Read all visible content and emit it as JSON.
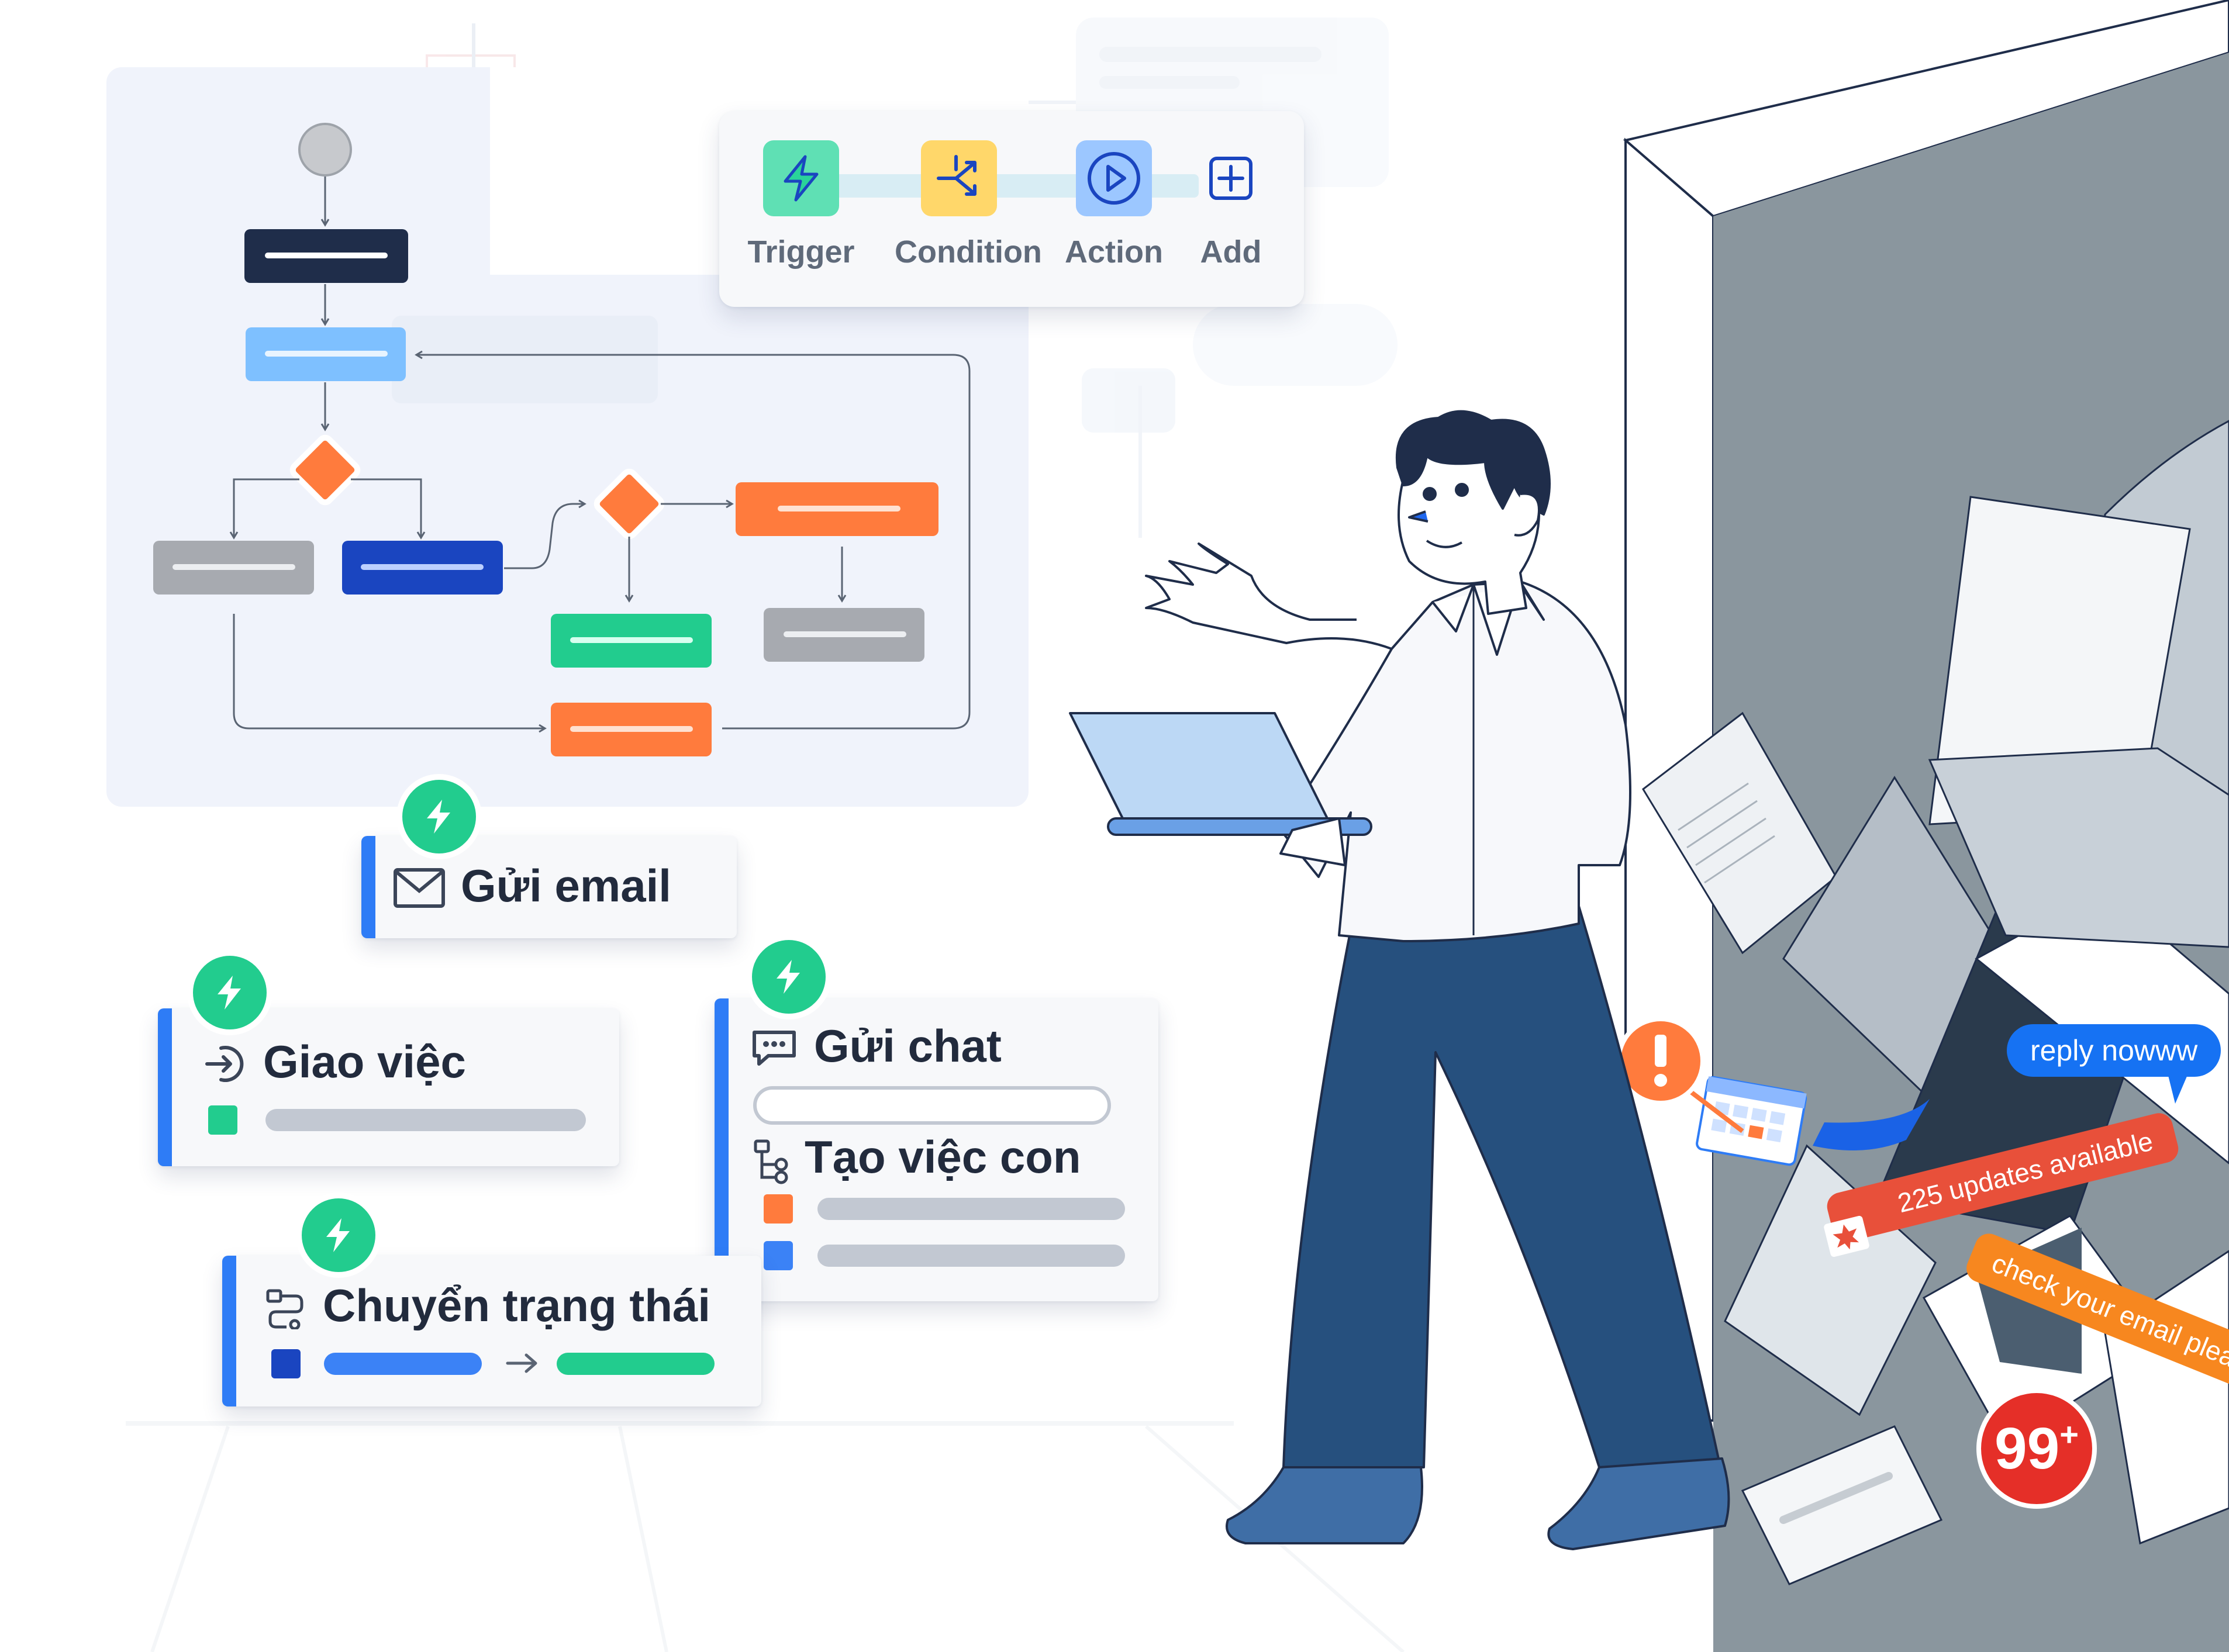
{
  "toolbar": {
    "trigger_label": "Trigger",
    "condition_label": "Condition",
    "action_label": "Action",
    "add_label": "Add"
  },
  "cards": {
    "send_email": "Gửi email",
    "assign_task": "Giao việc",
    "send_chat": "Gửi chat",
    "create_subtask": "Tạo việc con",
    "change_status": "Chuyển trạng thái"
  },
  "notifications": {
    "reply_bubble": "reply nowww",
    "updates_ribbon": "225 updates available",
    "email_ribbon": "check your email pleas",
    "badge_count": "99",
    "badge_plus": "+"
  },
  "colors": {
    "accent_blue": "#2e7cf6",
    "trigger_green": "#22cc8e",
    "warning_orange": "#ff7b3d",
    "navy": "#1f2d4a",
    "pants_blue": "#26507e"
  }
}
